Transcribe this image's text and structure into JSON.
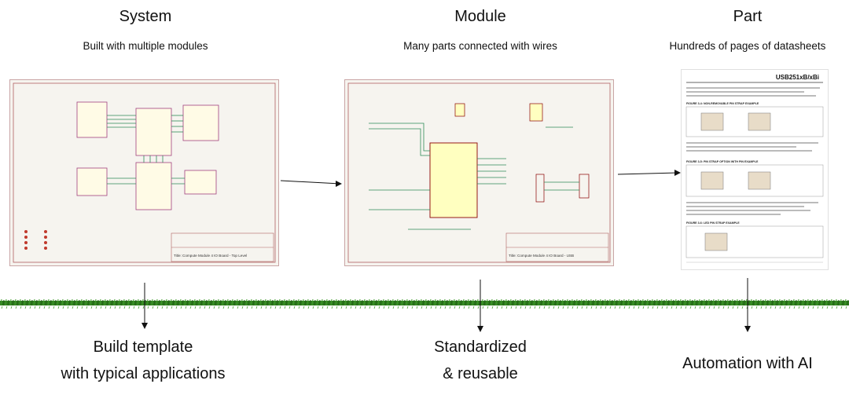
{
  "columns": [
    {
      "title": "System",
      "subtitle": "Built with multiple modules",
      "bottom": [
        "Build template",
        "with typical applications"
      ]
    },
    {
      "title": "Module",
      "subtitle": "Many parts connected with wires",
      "bottom": [
        "Standardized",
        "& reusable"
      ]
    },
    {
      "title": "Part",
      "subtitle": "Hundreds of pages of datasheets",
      "bottom": [
        "Automation with AI"
      ]
    }
  ],
  "system_schematic": {
    "title_block": "Title: Compute Module 4 IO Board - Top Level"
  },
  "module_schematic": {
    "title_block": "Title: Compute Module 4 IO Board - USB"
  },
  "datasheet": {
    "header": "USB251xB/xBi",
    "figure_1": "FIGURE 3-4: NON-REMOVABLE PIN STRAP EXAMPLE",
    "figure_2": "FIGURE 3-5: PIN STRAP OPTION WITH PIN EXAMPLE",
    "figure_3": "FIGURE 3-6: LED PIN STRAP EXAMPLE"
  },
  "colors": {
    "schematic_bg": "#f6f4ef",
    "schematic_border": "#b06060",
    "grass": "#2e7d1e",
    "ic_fill": "#ffffc0"
  }
}
